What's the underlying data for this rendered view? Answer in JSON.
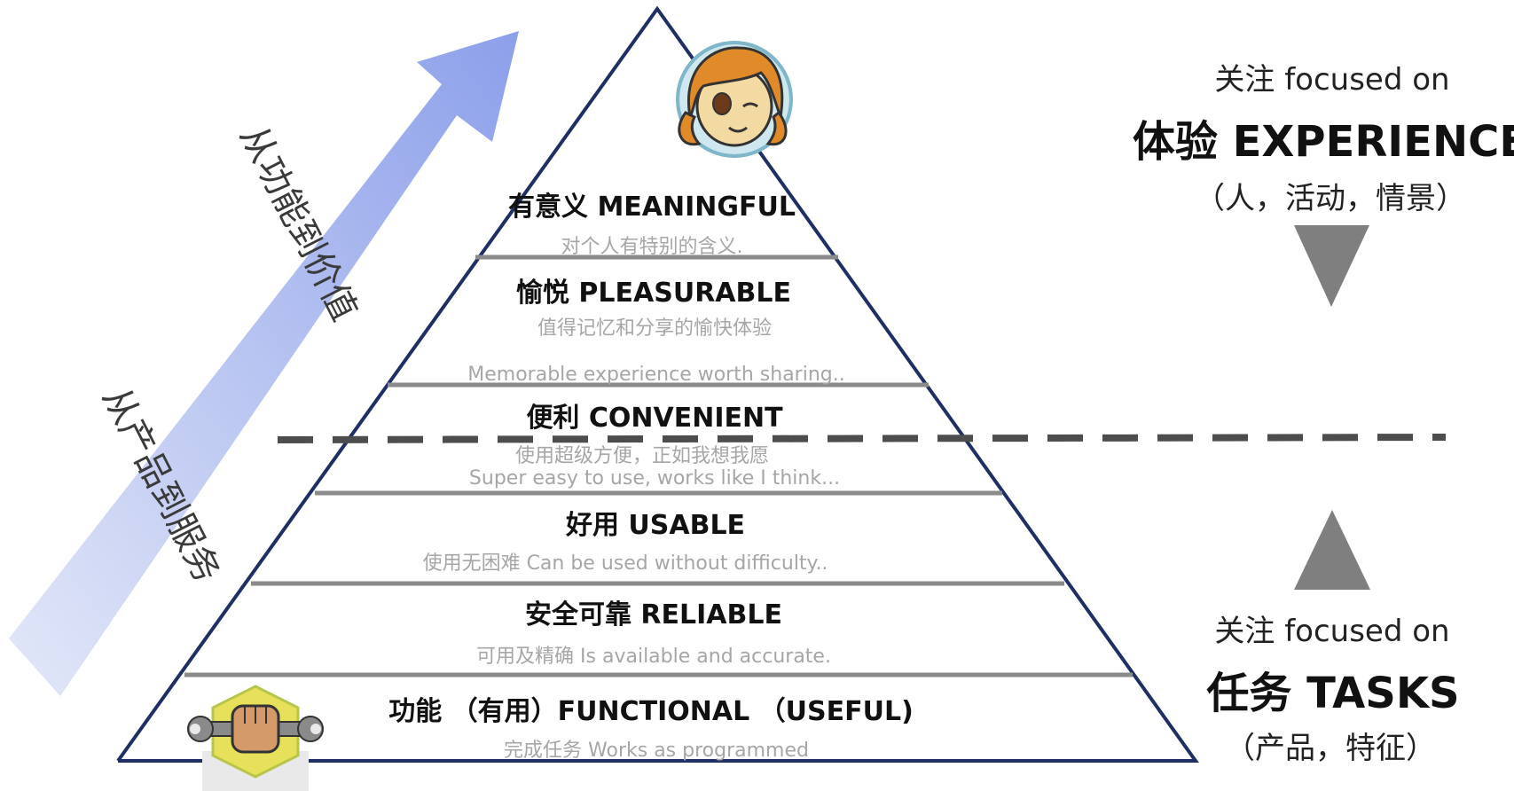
{
  "arrow": {
    "label_top": "从功能到价值",
    "label_bottom": "从产品到服务"
  },
  "levels": [
    {
      "title": "有意义 MEANINGFUL",
      "desc": [
        "对个人有特别的含义."
      ]
    },
    {
      "title": "愉悦 PLEASURABLE",
      "desc": [
        "值得记忆和分享的愉快体验",
        "Memorable experience worth sharing.."
      ]
    },
    {
      "title": "便利 CONVENIENT",
      "desc": [
        "使用超级方便，正如我想我愿",
        "Super easy to use, works like I think..."
      ]
    },
    {
      "title": "好用 USABLE",
      "desc": [
        "使用无困难  Can be used without difficulty.."
      ]
    },
    {
      "title": "安全可靠 RELIABLE",
      "desc": [
        "可用及精确 Is available and accurate."
      ]
    },
    {
      "title": "功能 （有用）FUNCTIONAL （USEFUL)",
      "desc": [
        "完成任务  Works as programmed"
      ]
    }
  ],
  "experience": {
    "focus": "关注 focused on",
    "title": "体验 EXPERIENCE",
    "paren": "（人，活动，情景）"
  },
  "tasks": {
    "focus": "关注 focused on",
    "title": "任务 TASKS",
    "paren": "（产品，特征）"
  },
  "icons": {
    "top": "girl-face-icon",
    "bottom": "fist-wrench-icon"
  },
  "colors": {
    "pyramid_outline": "#1f2f66",
    "arrow_light": "#e3e8f8",
    "arrow_dark": "#8c9fea",
    "divider": "#8a8a8a",
    "dashed": "#4d4d4d",
    "triangle": "#7f7f7f"
  }
}
